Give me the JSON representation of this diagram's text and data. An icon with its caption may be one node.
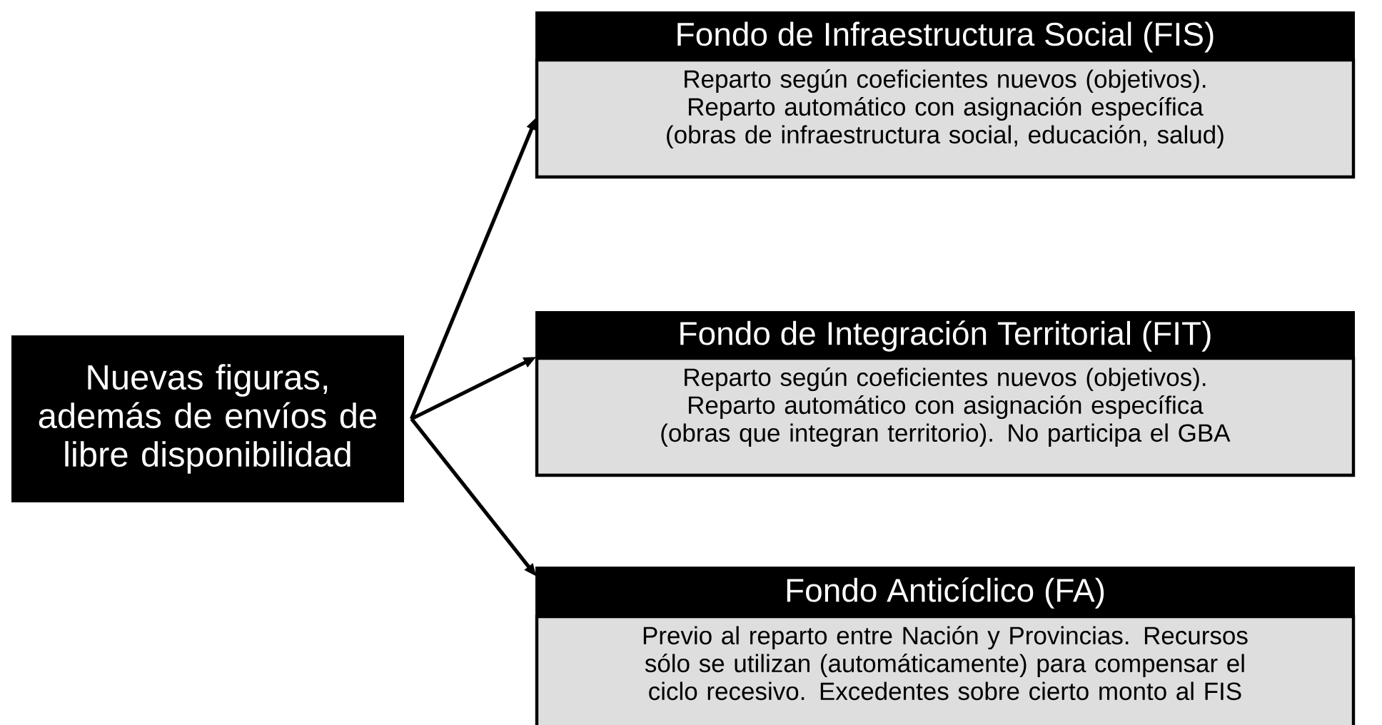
{
  "diagram": {
    "nodes": [
      {
        "text": [
          "Nuevas figuras, además de envíos de libre disponibilidad"
        ]
      },
      {
        "text": [
          "Fondo de Infraestructura Social (FIS)",
          "Reparto según coeficientes nuevos (objetivos). Reparto automático con asignación específica (obras de infraestructura social, educación, salud)"
        ]
      },
      {
        "text": [
          "Fondo de Integración Territorial (FIT)",
          "Reparto según coeficientes nuevos (objetivos). Reparto automático con asignación específica (obras que integran territorio). No participa el GBA"
        ]
      },
      {
        "text": [
          "Fondo Anticíclico (FA)",
          "Previo al reparto entre Nación y Provincias. Recursos sólo se utilizan (automáticamente) para compensar el ciclo recesivo. Excedentes sobre cierto monto al FIS"
        ]
      }
    ],
    "edges": [
      {
        "from": 0,
        "to": 1,
        "arrow": "to"
      },
      {
        "from": 0,
        "to": 2,
        "arrow": "to"
      },
      {
        "from": 0,
        "to": 3,
        "arrow": "to"
      }
    ]
  }
}
